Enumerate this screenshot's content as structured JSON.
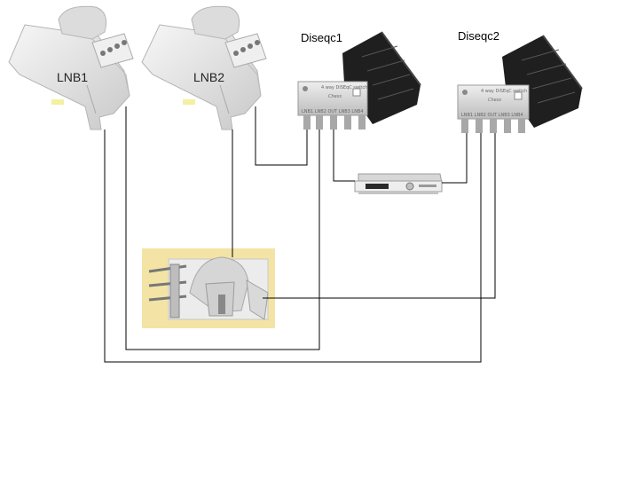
{
  "labels": {
    "lnb1": "LNB1",
    "lnb2": "LNB2",
    "diseqc1": "Diseqc1",
    "diseqc2": "Diseqc2"
  },
  "switch_text": {
    "brand": "Chess",
    "ports": [
      "LNB 1",
      "LNB 2",
      "OUT",
      "LNB 3",
      "LNB 4"
    ]
  },
  "colors": {
    "wire": "#000000",
    "lnb_body": "#e6e6e6",
    "switch_body": "#d8d8d8",
    "cover": "#222222",
    "motor_bg": "#f3e4a6"
  },
  "icons": {
    "lnb": "lnb-icon",
    "switch": "diseqc-switch-icon",
    "receiver": "satellite-receiver-icon",
    "motor": "dish-motor-icon"
  }
}
